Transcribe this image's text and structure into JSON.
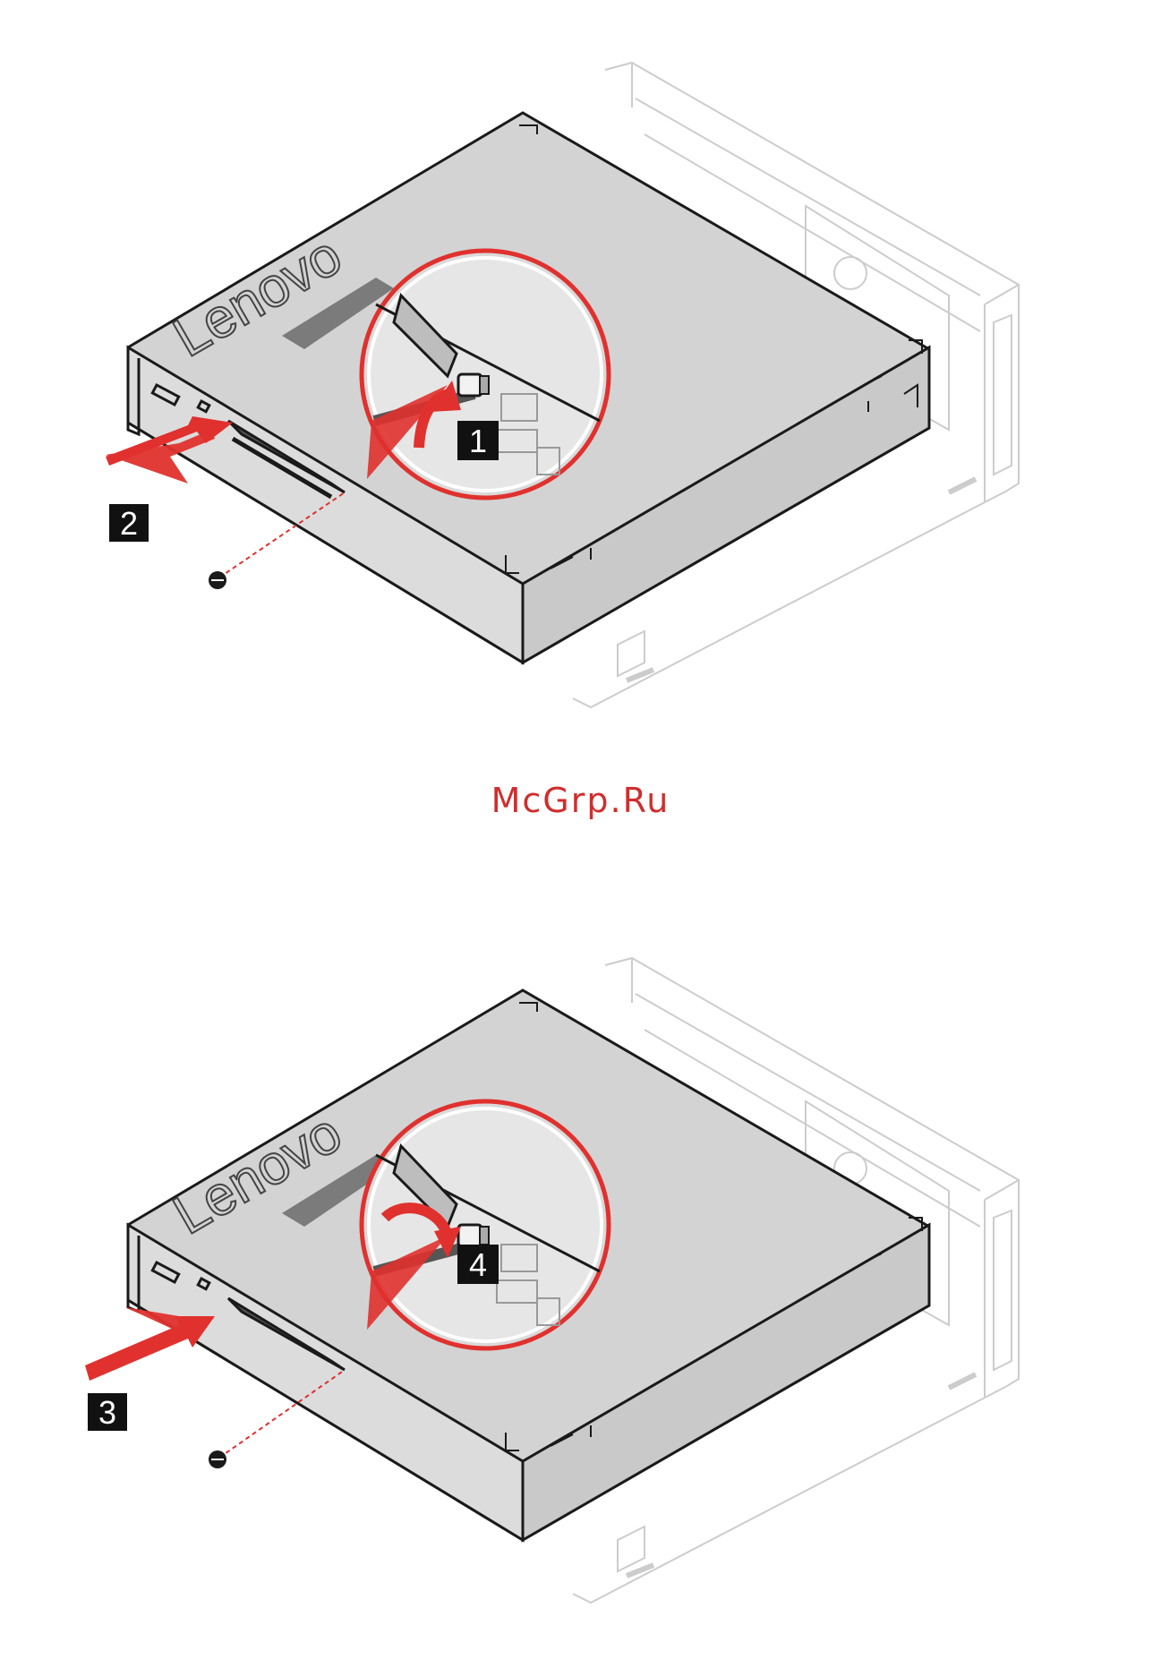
{
  "watermark": "McGrp.Ru",
  "figure_top": {
    "brand": "Lenovo",
    "step_a": "1",
    "step_b": "2"
  },
  "figure_bottom": {
    "brand": "Lenovo",
    "step_a": "4",
    "step_b": "3"
  },
  "colors": {
    "accent": "#e0312e",
    "cover": "#d3d3d3",
    "outline": "#1a1a1a",
    "chassis": "#c8c8c8",
    "badge": "#111111"
  }
}
